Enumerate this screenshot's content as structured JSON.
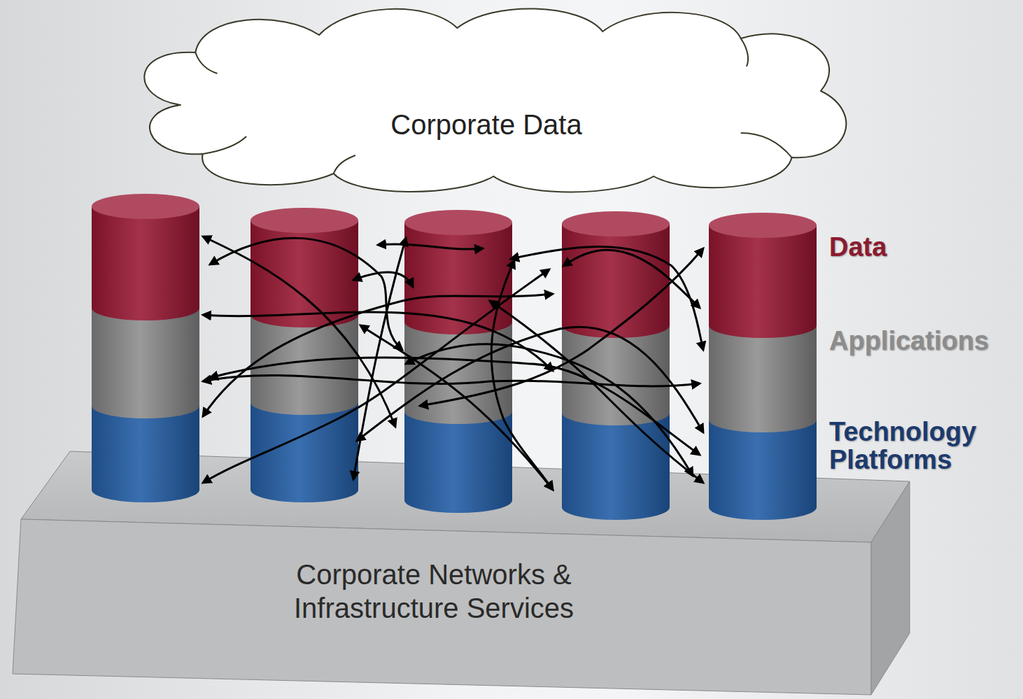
{
  "diagram": {
    "nodes": [
      {
        "text": [
          "Corporate Data"
        ]
      },
      {
        "text": [
          "Corporate Networks & Infrastructure Services"
        ]
      }
    ],
    "labels": [
      "Data",
      "Applications",
      "Technology Platforms"
    ]
  }
}
